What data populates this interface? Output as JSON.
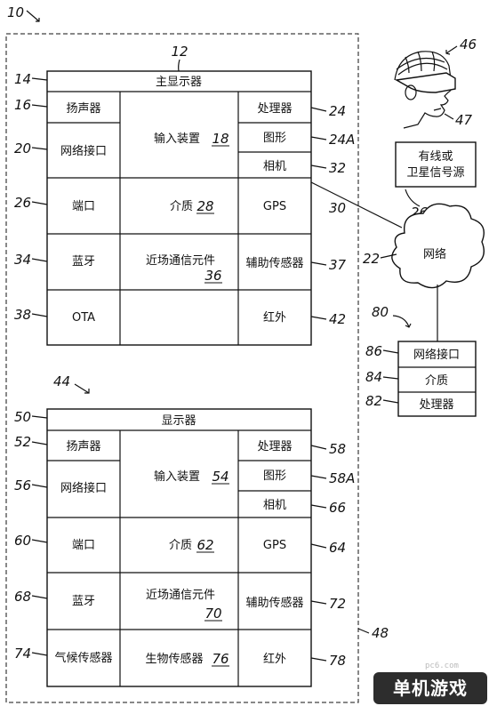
{
  "system_ref": "10",
  "device1": {
    "ref": "12",
    "title": "主显示器",
    "title_ref": "14",
    "speaker": "扬声器",
    "speaker_ref": "16",
    "network_interface": "网络接口",
    "network_interface_ref": "20",
    "input_device": "输入装置",
    "input_device_ref": "18",
    "processor": "处理器",
    "processor_ref": "24",
    "graphics": "图形",
    "graphics_ref": "24A",
    "camera": "相机",
    "camera_ref": "32",
    "port": "端口",
    "port_ref": "26",
    "medium": "介质",
    "medium_ref": "28",
    "gps": "GPS",
    "gps_ref": "30",
    "bluetooth": "蓝牙",
    "bluetooth_ref": "34",
    "nfc": "近场通信元件",
    "nfc_ref": "36",
    "aux_sensor": "辅助传感器",
    "aux_sensor_ref": "37",
    "ota": "OTA",
    "ota_ref": "38",
    "infrared": "红外",
    "infrared_ref": "42"
  },
  "device2": {
    "ref": "44",
    "outer_ref": "48",
    "title": "显示器",
    "title_ref": "50",
    "speaker": "扬声器",
    "speaker_ref": "52",
    "network_interface": "网络接口",
    "network_interface_ref": "56",
    "input_device": "输入装置",
    "input_device_ref": "54",
    "processor": "处理器",
    "processor_ref": "58",
    "graphics": "图形",
    "graphics_ref": "58A",
    "camera": "相机",
    "camera_ref": "66",
    "port": "端口",
    "port_ref": "60",
    "medium": "介质",
    "medium_ref": "62",
    "gps": "GPS",
    "gps_ref": "64",
    "bluetooth": "蓝牙",
    "bluetooth_ref": "68",
    "nfc": "近场通信元件",
    "nfc_ref": "70",
    "aux_sensor": "辅助传感器",
    "aux_sensor_ref": "72",
    "climate_sensor": "气候传感器",
    "climate_sensor_ref": "74",
    "bio_sensor": "生物传感器",
    "bio_sensor_ref": "76",
    "infrared": "红外",
    "infrared_ref": "78"
  },
  "hmd": {
    "ref": "46",
    "ref2": "47"
  },
  "signal_source": {
    "line1": "有线或",
    "line2": "卫星信号源",
    "ref": "26a"
  },
  "network": {
    "label": "网络",
    "ref": "22"
  },
  "server": {
    "ref": "80",
    "network_interface": "网络接口",
    "network_interface_ref": "86",
    "medium": "介质",
    "medium_ref": "84",
    "processor": "处理器",
    "processor_ref": "82"
  },
  "watermark": {
    "text": "单机游戏",
    "url": "pc6.com"
  }
}
